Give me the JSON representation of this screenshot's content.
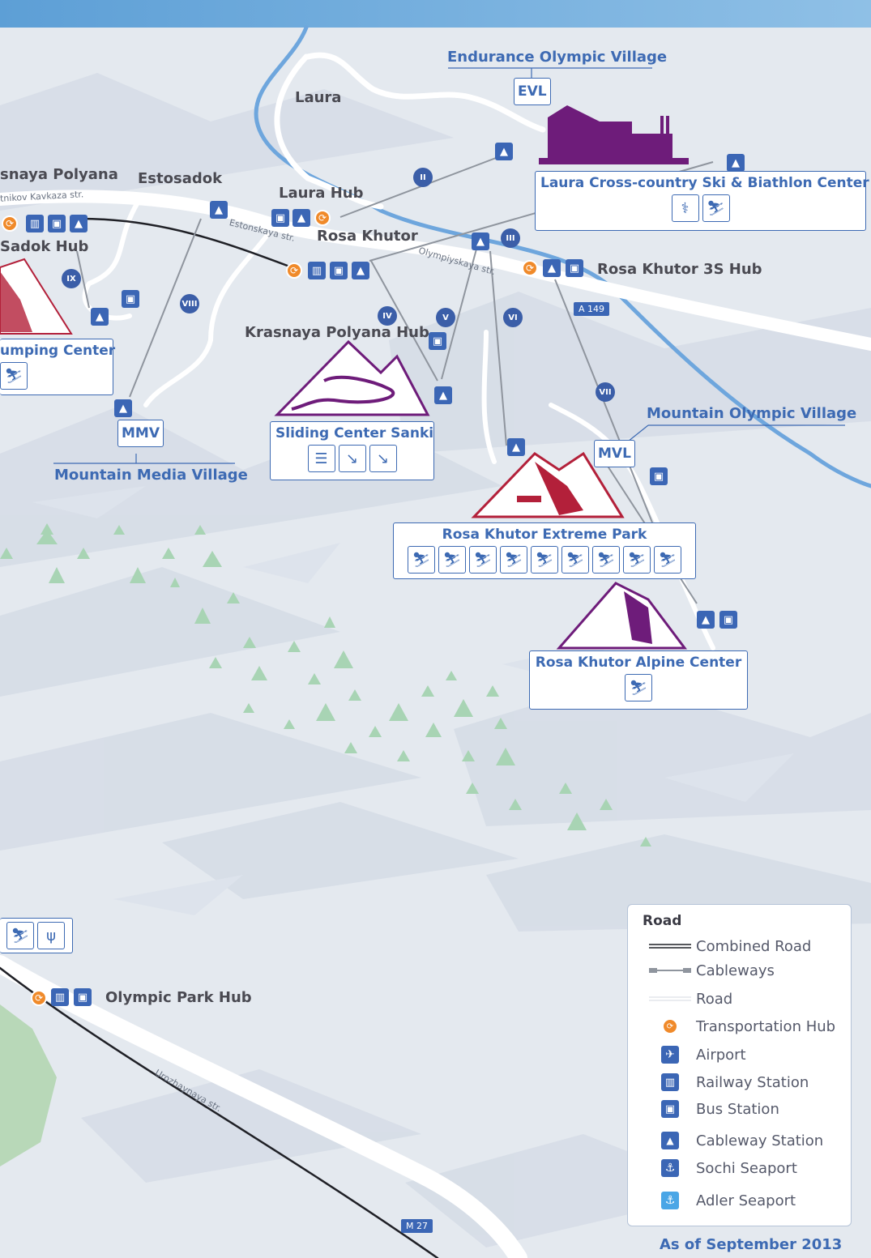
{
  "places": {
    "laura": "Laura",
    "endurance_village": "Endurance Olympic Village",
    "evl": "EVL",
    "krasnaya_polyana": "snaya Polyana",
    "estosadok": "Estosadok",
    "laura_hub": "Laura Hub",
    "rosa_khutor": "Rosa Khutor",
    "sadok_hub": "Sadok Hub",
    "rosa_khutor_3s_hub": "Rosa Khutor 3S Hub",
    "krasnaya_polyana_hub": "Krasnaya Polyana Hub",
    "mmv": "MMV",
    "mountain_media_village": "Mountain Media Village",
    "mvl": "MVL",
    "mountain_olympic_village": "Mountain Olympic Village",
    "olympic_park_hub": "Olympic Park Hub"
  },
  "streets": {
    "kavkaza": "tnikov Kavkaza str.",
    "estonskaya": "Estonskaya str.",
    "olympiyskaya": "Olympiyskaya str.",
    "urozhaynaya": "Urozhaynaya str."
  },
  "road_badges": {
    "a149": "A 149",
    "m27": "M 27"
  },
  "cableways": [
    "II",
    "III",
    "IV",
    "V",
    "VI",
    "VII",
    "VIII",
    "IX"
  ],
  "venues": {
    "laura_center": "Laura Cross-country Ski & Biathlon Center",
    "jumping_center": "umping Center",
    "sliding_center": "Sliding Center Sanki",
    "extreme_park": "Rosa Khutor  Extreme Park",
    "alpine_center": "Rosa Khutor  Alpine Center"
  },
  "legend": {
    "title": "Road",
    "items": [
      "Combined Road",
      "Cableways",
      "Road",
      "Transportation Hub",
      "Airport",
      "Railway Station",
      "Bus Station",
      "Cableway Station",
      "Sochi Seaport",
      "Adler Seaport"
    ]
  },
  "as_of": "As of September 2013",
  "colors": {
    "accent_blue": "#3d6ab3",
    "icon_blue": "#3b66b5",
    "hub_orange": "#f08a2a",
    "purple": "#6e1c7a",
    "crimson": "#b3203a",
    "tree_green": "#a8d4b4",
    "river": "#6ea6dd",
    "background": "#e4e9ef"
  }
}
